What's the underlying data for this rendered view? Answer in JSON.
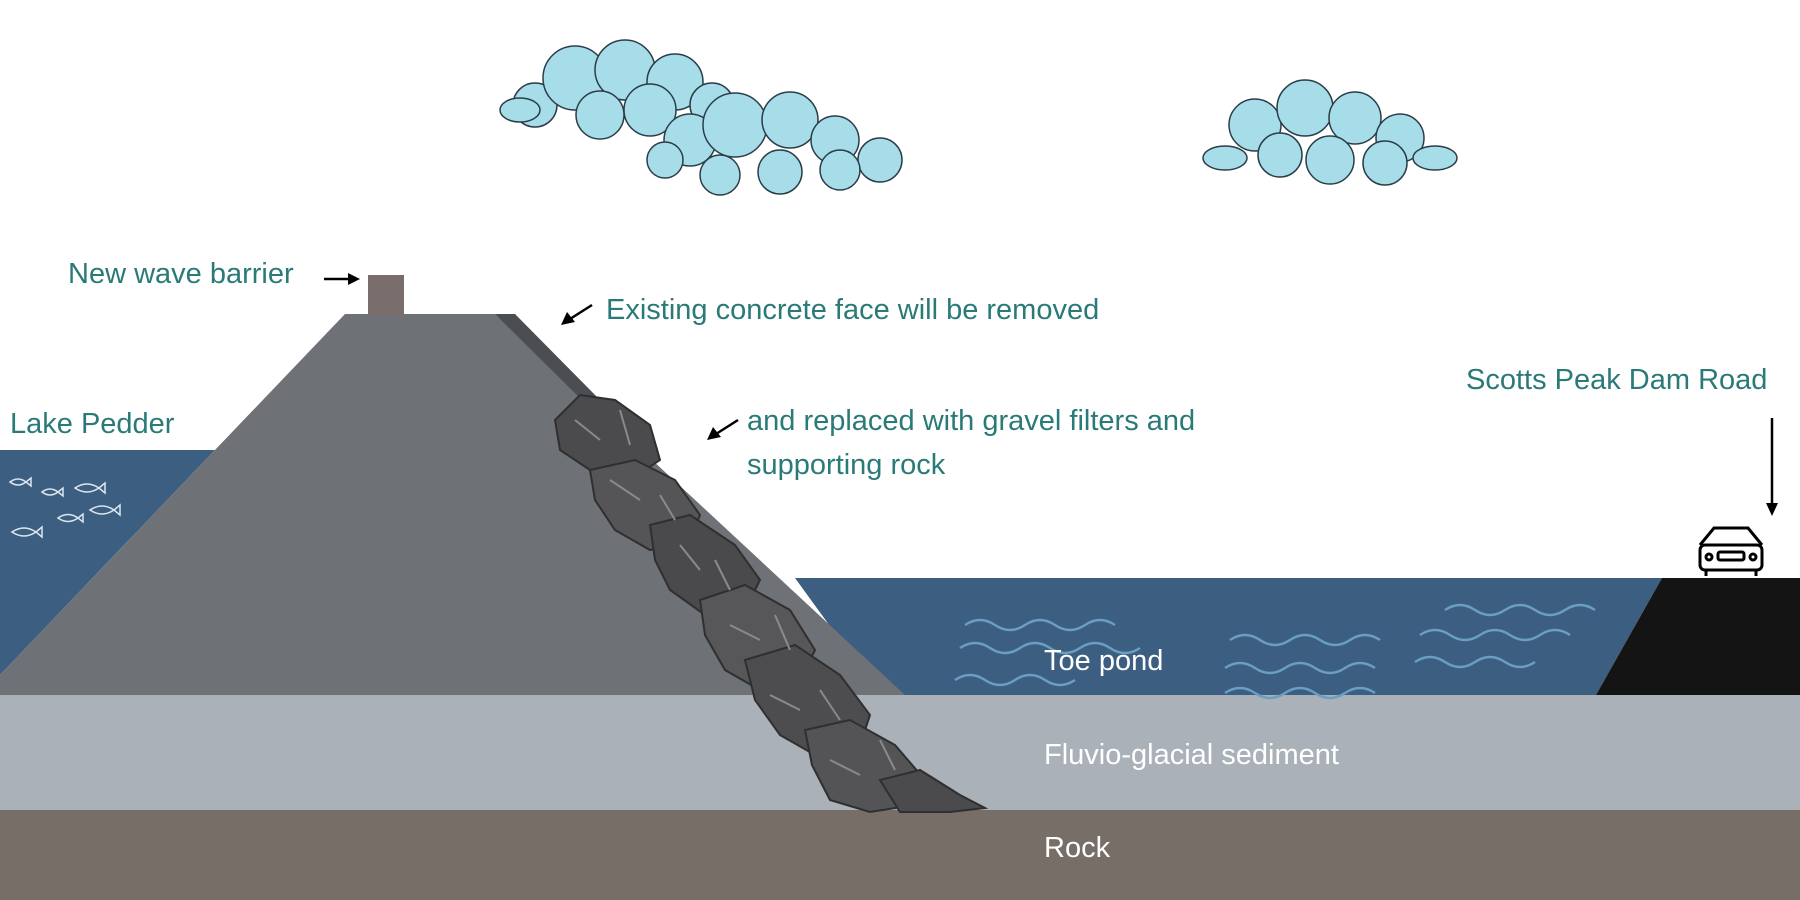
{
  "labels": {
    "new_wave_barrier": "New wave barrier",
    "existing_concrete": "Existing concrete face will be removed",
    "gravel_line1": "and replaced with gravel filters and",
    "gravel_line2": "supporting rock",
    "lake": "Lake Pedder",
    "road": "Scotts Peak Dam Road",
    "toe_pond": "Toe pond",
    "sediment": "Fluvio-glacial sediment",
    "rock": "Rock"
  },
  "icons": {
    "car": "car-icon",
    "fish": "fish-icon",
    "cloud": "cloud-icon",
    "arrow": "arrow-icon"
  },
  "colors": {
    "label_teal": "#2a7a78",
    "water": "#3c5f81",
    "dam": "#6e7176",
    "dam_dark_face": "#4a4d51",
    "barrier": "#7a6e6c",
    "sediment": "#aab1b8",
    "rock": "#786e68",
    "road": "#141414",
    "cloud": "#a6dde8",
    "boulder": "#4b4b4d",
    "wave_lines": "#6a9ec2"
  }
}
